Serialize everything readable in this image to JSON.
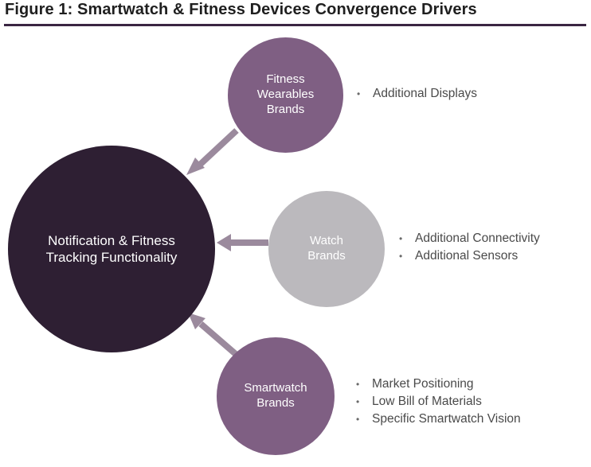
{
  "title": "Figure 1: Smartwatch & Fitness Devices Convergence Drivers",
  "center_node": {
    "label": "Notification & Fitness\nTracking Functionality",
    "color": "#2e1f33"
  },
  "driver_nodes": [
    {
      "label": "Fitness\nWearables\nBrands",
      "color": "#7f5f83",
      "bullets": [
        "Additional Displays"
      ]
    },
    {
      "label": "Watch\nBrands",
      "color": "#bbb9bd",
      "bullets": [
        "Additional Connectivity",
        "Additional Sensors"
      ]
    },
    {
      "label": "Smartwatch\nBrands",
      "color": "#7f5f83",
      "bullets": [
        "Market Positioning",
        "Low Bill of Materials",
        "Specific Smartwatch Vision"
      ]
    }
  ],
  "arrow_color": "#9b8a9d",
  "bullet_glyph": "•"
}
